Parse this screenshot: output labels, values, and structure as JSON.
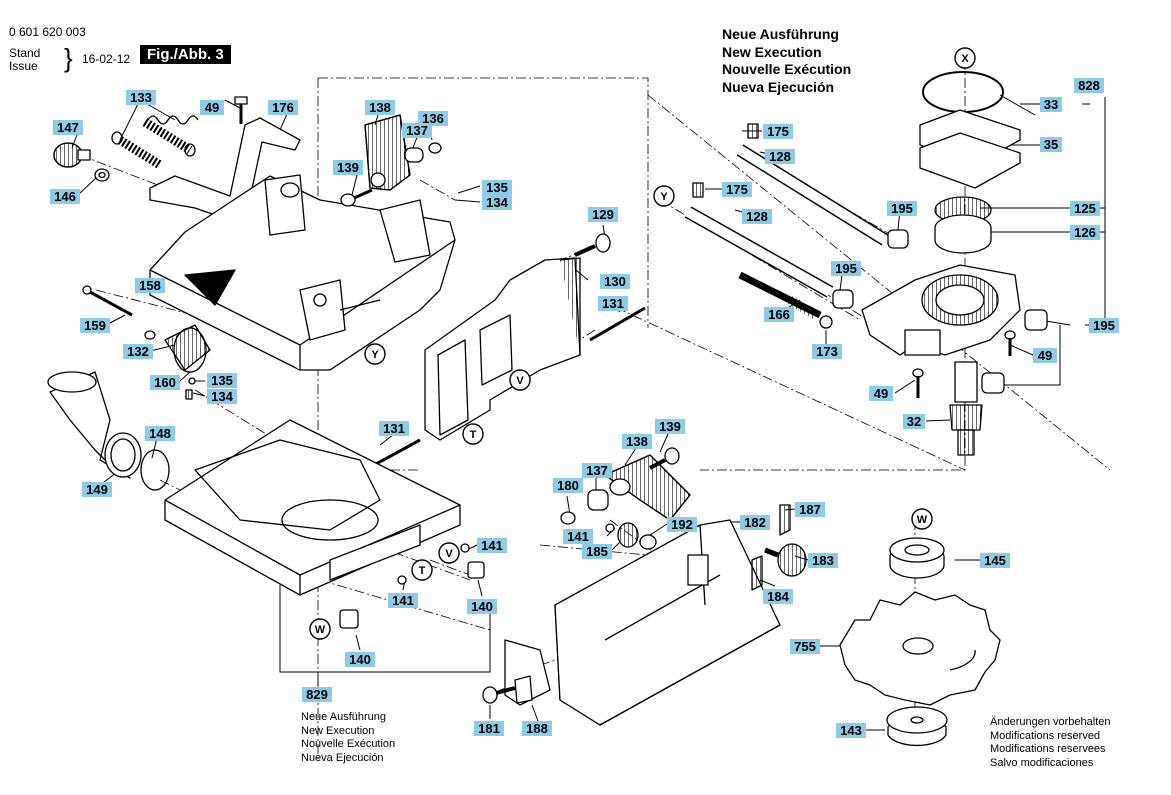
{
  "header": {
    "part_number": "0 601 620 003",
    "stand_label": "Stand",
    "issue_label": "Issue",
    "date": "16-02-12",
    "figure": "Fig./Abb. 3"
  },
  "new_execution": [
    "Neue Ausführung",
    "New Execution",
    "Nouvelle Exécution",
    "Nueva Ejecución"
  ],
  "footer_829": [
    "Neue Ausführung",
    "New Execution",
    "Nouvelle Exécution",
    "Nueva Ejecución"
  ],
  "reserved_notice": [
    "Änderungen vorbehalten",
    "Modifications reserved",
    "Modifications reservees",
    "Salvo modificaciones"
  ],
  "colors": {
    "tag_fill": "#8ecbe6",
    "line": "#000000"
  },
  "part_tags": [
    {
      "id": "133",
      "label": "133"
    },
    {
      "id": "49a",
      "label": "49"
    },
    {
      "id": "176",
      "label": "176"
    },
    {
      "id": "147",
      "label": "147"
    },
    {
      "id": "146",
      "label": "146"
    },
    {
      "id": "138a",
      "label": "138"
    },
    {
      "id": "136",
      "label": "136"
    },
    {
      "id": "137a",
      "label": "137"
    },
    {
      "id": "139a",
      "label": "139"
    },
    {
      "id": "135a",
      "label": "135"
    },
    {
      "id": "134a",
      "label": "134"
    },
    {
      "id": "158",
      "label": "158"
    },
    {
      "id": "159",
      "label": "159"
    },
    {
      "id": "132",
      "label": "132"
    },
    {
      "id": "160",
      "label": "160"
    },
    {
      "id": "135b",
      "label": "135"
    },
    {
      "id": "134b",
      "label": "134"
    },
    {
      "id": "129",
      "label": "129"
    },
    {
      "id": "130",
      "label": "130"
    },
    {
      "id": "131a",
      "label": "131"
    },
    {
      "id": "131b",
      "label": "131"
    },
    {
      "id": "148",
      "label": "148"
    },
    {
      "id": "149",
      "label": "149"
    },
    {
      "id": "175a",
      "label": "175"
    },
    {
      "id": "128a",
      "label": "128"
    },
    {
      "id": "175b",
      "label": "175"
    },
    {
      "id": "128b",
      "label": "128"
    },
    {
      "id": "195a",
      "label": "195"
    },
    {
      "id": "195b",
      "label": "195"
    },
    {
      "id": "166",
      "label": "166"
    },
    {
      "id": "173",
      "label": "173"
    },
    {
      "id": "828",
      "label": "828"
    },
    {
      "id": "33",
      "label": "33"
    },
    {
      "id": "35",
      "label": "35"
    },
    {
      "id": "125",
      "label": "125"
    },
    {
      "id": "126",
      "label": "126"
    },
    {
      "id": "195c",
      "label": "195"
    },
    {
      "id": "49b",
      "label": "49"
    },
    {
      "id": "49c",
      "label": "49"
    },
    {
      "id": "32",
      "label": "32"
    },
    {
      "id": "139b",
      "label": "139"
    },
    {
      "id": "138b",
      "label": "138"
    },
    {
      "id": "137b",
      "label": "137"
    },
    {
      "id": "180",
      "label": "180"
    },
    {
      "id": "141a",
      "label": "141"
    },
    {
      "id": "185",
      "label": "185"
    },
    {
      "id": "192",
      "label": "192"
    },
    {
      "id": "182",
      "label": "182"
    },
    {
      "id": "187",
      "label": "187"
    },
    {
      "id": "183",
      "label": "183"
    },
    {
      "id": "184",
      "label": "184"
    },
    {
      "id": "141b",
      "label": "141"
    },
    {
      "id": "141c",
      "label": "141"
    },
    {
      "id": "140a",
      "label": "140"
    },
    {
      "id": "140b",
      "label": "140"
    },
    {
      "id": "829",
      "label": "829"
    },
    {
      "id": "181",
      "label": "181"
    },
    {
      "id": "188",
      "label": "188"
    },
    {
      "id": "145",
      "label": "145"
    },
    {
      "id": "755",
      "label": "755"
    },
    {
      "id": "143",
      "label": "143"
    }
  ],
  "circle_refs": [
    {
      "id": "X-top",
      "label": "X"
    },
    {
      "id": "Y-left",
      "label": "Y"
    },
    {
      "id": "Y-housing",
      "label": "Y"
    },
    {
      "id": "V-fence",
      "label": "V"
    },
    {
      "id": "T-fence",
      "label": "T"
    },
    {
      "id": "V-base",
      "label": "V"
    },
    {
      "id": "T-base",
      "label": "T"
    },
    {
      "id": "W-base",
      "label": "W"
    },
    {
      "id": "W-blade",
      "label": "W"
    }
  ]
}
